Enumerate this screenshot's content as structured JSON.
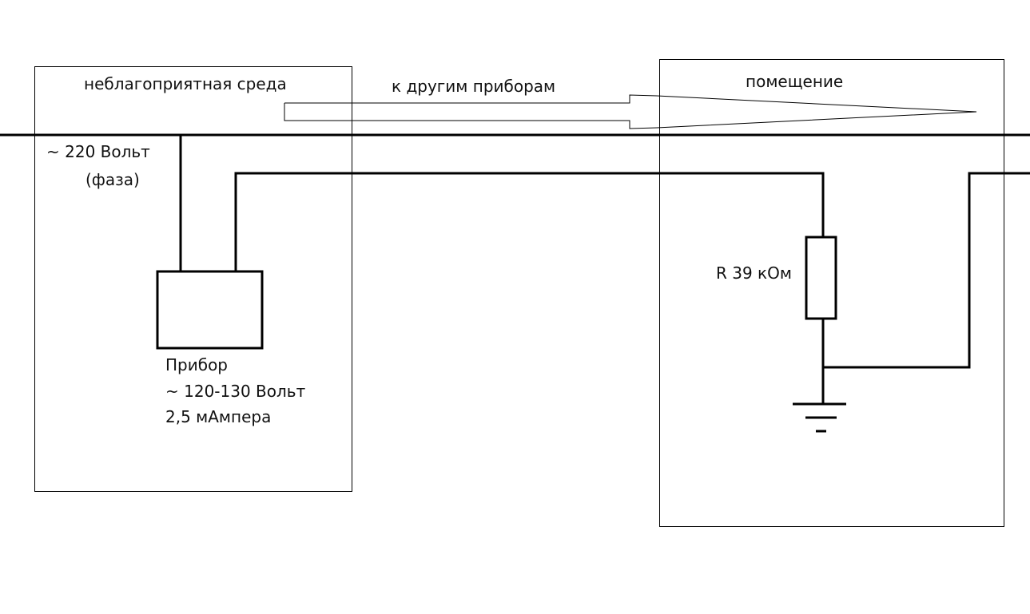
{
  "diagram": {
    "zones": {
      "hostile": {
        "label": "неблагоприятная среда"
      },
      "room": {
        "label": "помещение"
      }
    },
    "arrow": {
      "label": "к другим приборам"
    },
    "phase_line": {
      "label_line1": "~ 220 Вольт",
      "label_line2": "(фаза)"
    },
    "device": {
      "name": "Прибор",
      "voltage": "~ 120-130 Вольт",
      "current": "2,5 мАмпера"
    },
    "resistor": {
      "label": "R 39 кОм"
    },
    "ground": {
      "symbol": "ground-symbol"
    },
    "colors": {
      "line": "#000000",
      "background": "#ffffff"
    }
  }
}
